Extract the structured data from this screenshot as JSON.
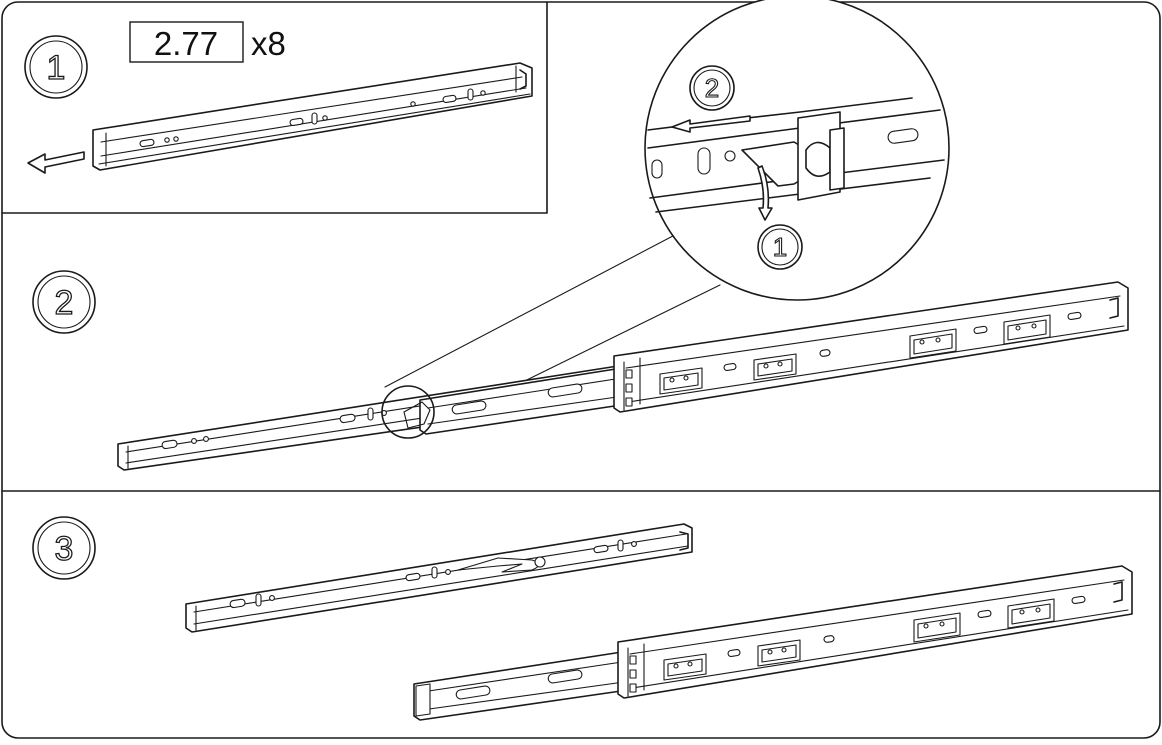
{
  "panel1": {
    "step_number": "1",
    "screw_spec": "2.77",
    "screw_quantity": "x8"
  },
  "panel2": {
    "step_number": "2",
    "detail_step_release": "1",
    "detail_step_pull": "2"
  },
  "panel3": {
    "step_number": "3"
  }
}
